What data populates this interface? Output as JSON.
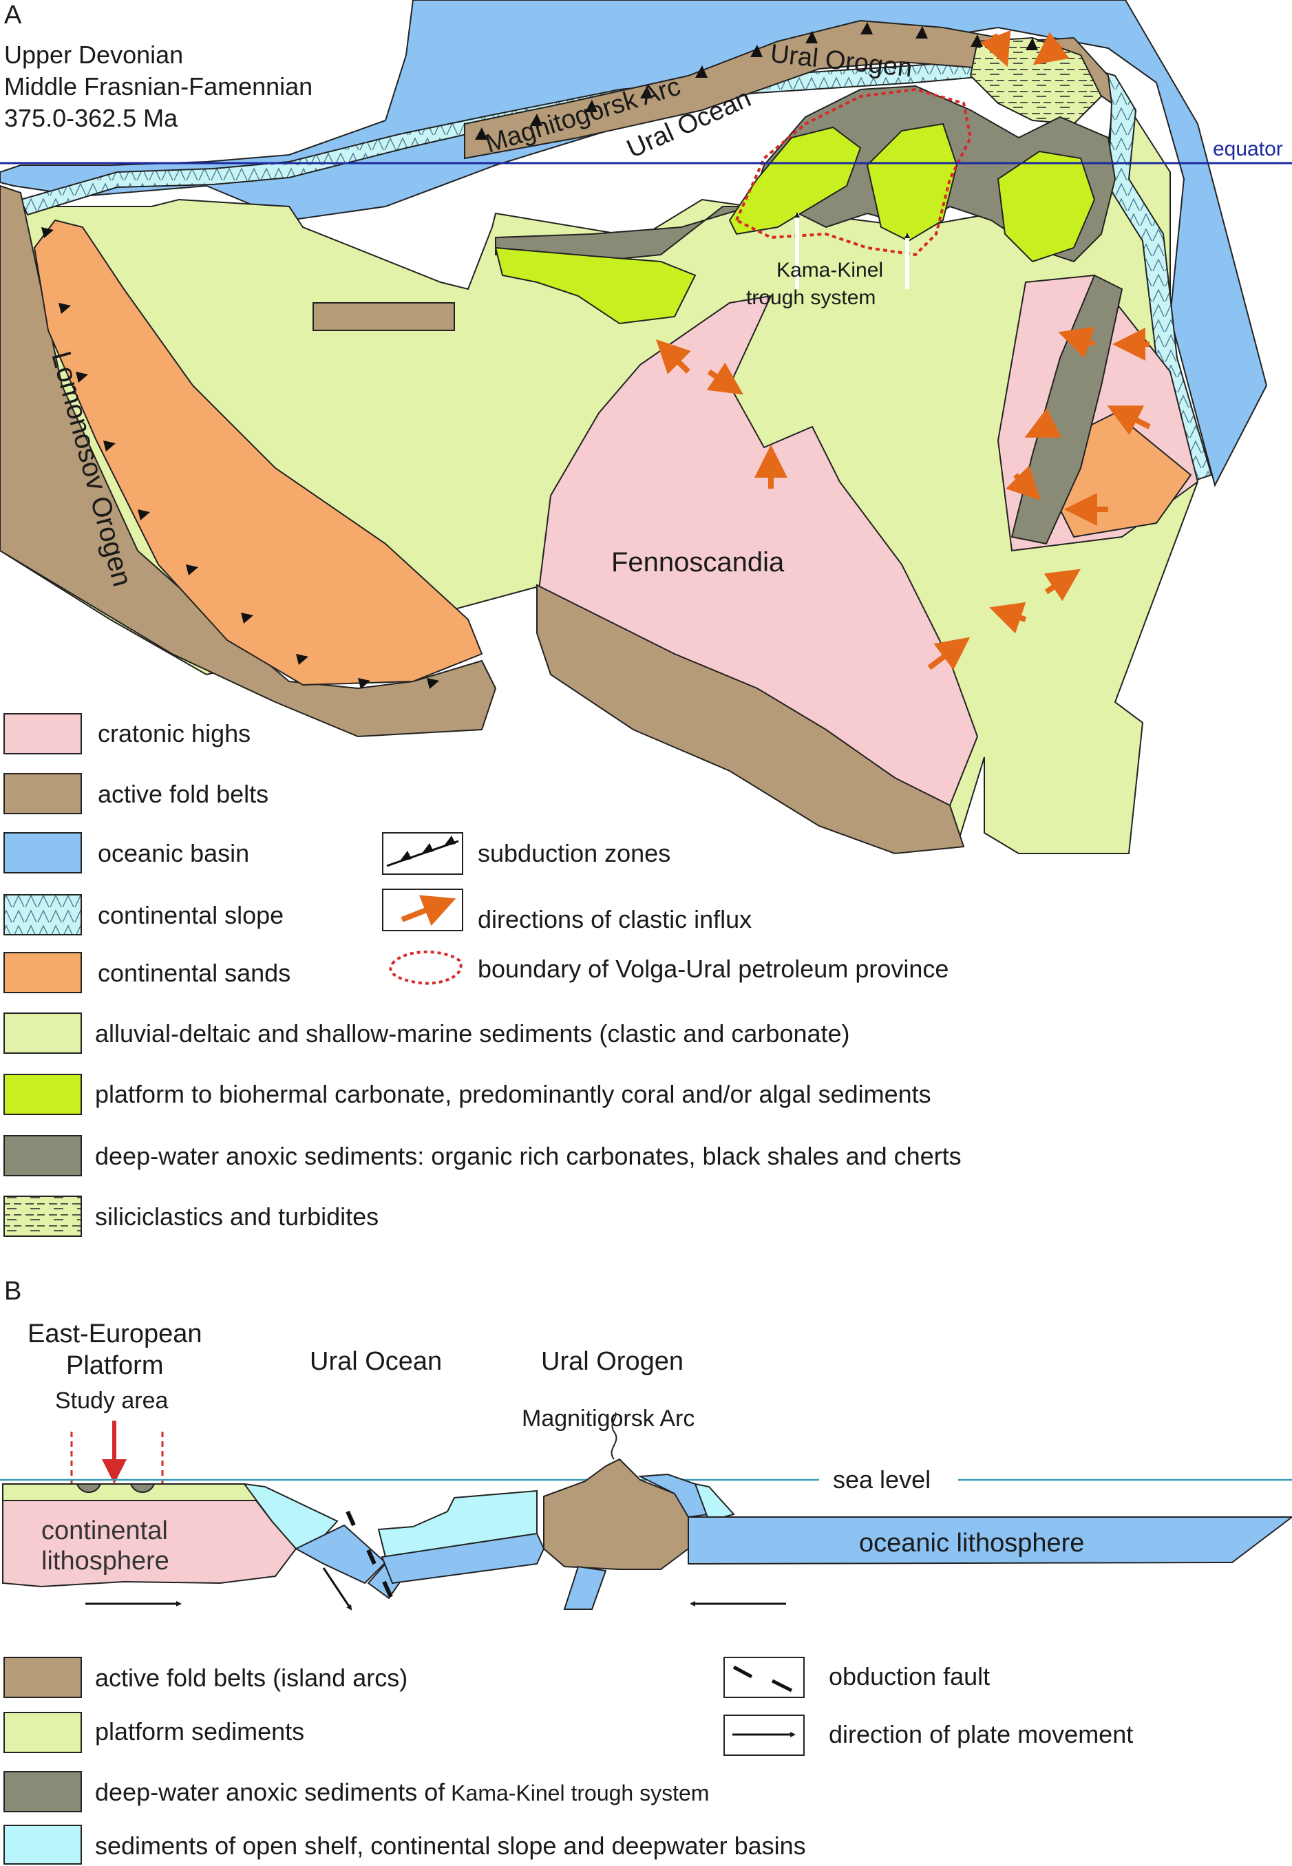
{
  "panel_a": {
    "letter": "A",
    "title_lines": [
      "Upper Devonian",
      "Middle Frasnian-Famennian",
      "375.0-362.5 Ma"
    ],
    "map_labels": {
      "ural_orogen": "Ural Orogen",
      "magnitogorsk_arc": "Magnitogorsk Arc",
      "ural_ocean": "Ural Ocean",
      "equator": "equator",
      "kama_kinel_1": "Kama-Kinel",
      "kama_kinel_2": "trough system",
      "lomonosov": "Lomonosov Orogen",
      "fennoscandia": "Fennoscandia"
    },
    "legend": [
      {
        "key": "cratonic",
        "label": "cratonic highs",
        "color": "#f7ccd1"
      },
      {
        "key": "fold",
        "label": "active fold belts",
        "color": "#b59b78"
      },
      {
        "key": "ocean",
        "label": "oceanic basin",
        "color": "#8dc3f3"
      },
      {
        "key": "slope",
        "label": "continental slope",
        "color": "#c9f4f7"
      },
      {
        "key": "sands",
        "label": "continental sands",
        "color": "#f5aa6c"
      },
      {
        "key": "alluvial",
        "label": "alluvial-deltaic and shallow-marine sediments (clastic and carbonate)",
        "color": "#e2f2a8"
      },
      {
        "key": "platform",
        "label": "platform to biohermal carbonate, predominantly coral and/or algal sediments",
        "color": "#c8f020"
      },
      {
        "key": "deep",
        "label": "deep-water anoxic sediments: organic rich carbonates, black shales and cherts",
        "color": "#8a8b77"
      },
      {
        "key": "silici",
        "label": "siliciclastics and turbidites",
        "color": "#e2f2a8"
      }
    ],
    "legend_symbols": [
      {
        "key": "subduction",
        "label": "subduction zones"
      },
      {
        "key": "influx",
        "label": "directions of clastic influx",
        "color": "#e46a1a"
      },
      {
        "key": "boundary",
        "label": "boundary of Volga-Ural petroleum province",
        "color": "#d42a2a"
      }
    ]
  },
  "panel_b": {
    "letter": "B",
    "labels": {
      "eep_1": "East-European",
      "eep_2": "Platform",
      "study_area": "Study area",
      "ural_ocean": "Ural Ocean",
      "ural_orogen": "Ural Orogen",
      "magnitigorsk": "Magnitigorsk Arc",
      "sea_level": "sea level",
      "cont_lith_1": "continental",
      "cont_lith_2": "lithosphere",
      "oceanic_lith": "oceanic lithosphere"
    },
    "legend": [
      {
        "key": "fold",
        "label": "active fold belts",
        "label_suffix": " (island arcs)",
        "color": "#b59b78"
      },
      {
        "key": "platform_sed",
        "label": "platform sediments",
        "color": "#e2f2a8"
      },
      {
        "key": "deep",
        "label": "deep-water anoxic sediments of",
        "label_suffix": " Kama-Kinel trough system",
        "color": "#8a8b77"
      },
      {
        "key": "shelf",
        "label": "sediments of open shelf, continental slope and deepwater basins",
        "color": "#b8f6fb"
      }
    ],
    "legend_symbols": [
      {
        "key": "obduction",
        "label": "obduction fault"
      },
      {
        "key": "plate",
        "label": "direction of plate movement"
      }
    ]
  }
}
